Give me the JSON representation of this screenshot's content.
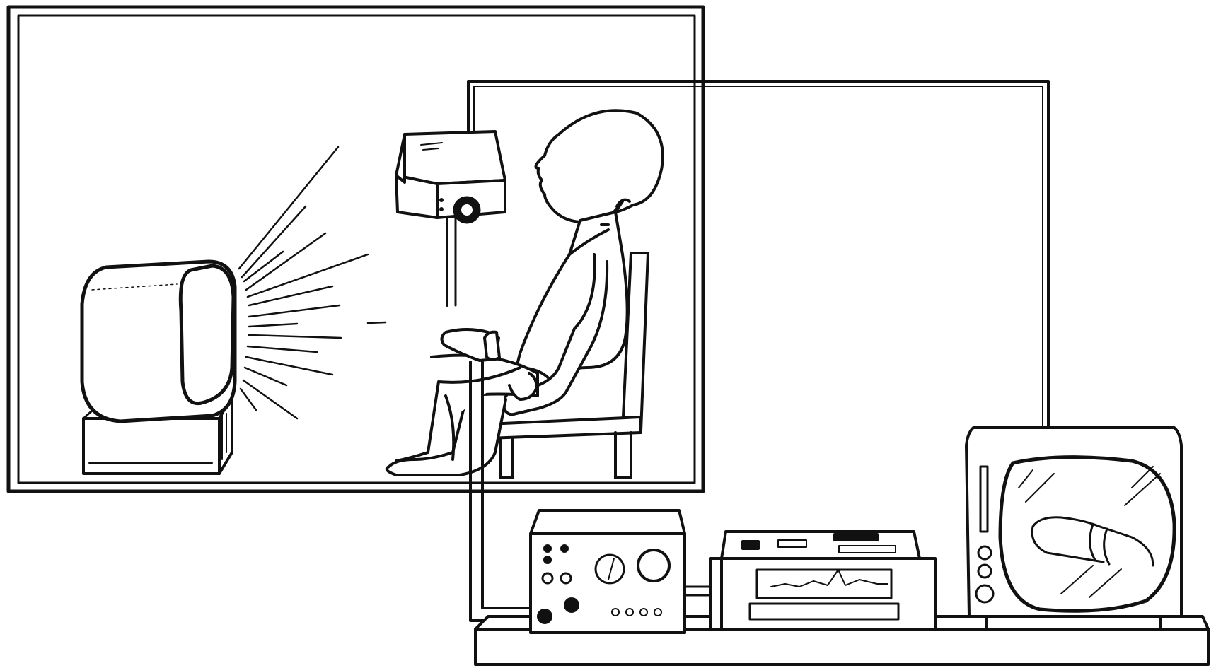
{
  "figure": {
    "text": []
  },
  "colors": {
    "ink": "#111111",
    "paper": "#ffffff"
  },
  "elements": {
    "observation_room": "viewing-room-window",
    "subject": "seated-subject",
    "stimulus_tv": "stimulus-tv",
    "camera": "wall-camera",
    "sensor": "penile-sensor",
    "amplifier": "amplifier-unit",
    "recorder": "chart-recorder",
    "monitor": "monitor-tv",
    "bench": "equipment-bench"
  }
}
